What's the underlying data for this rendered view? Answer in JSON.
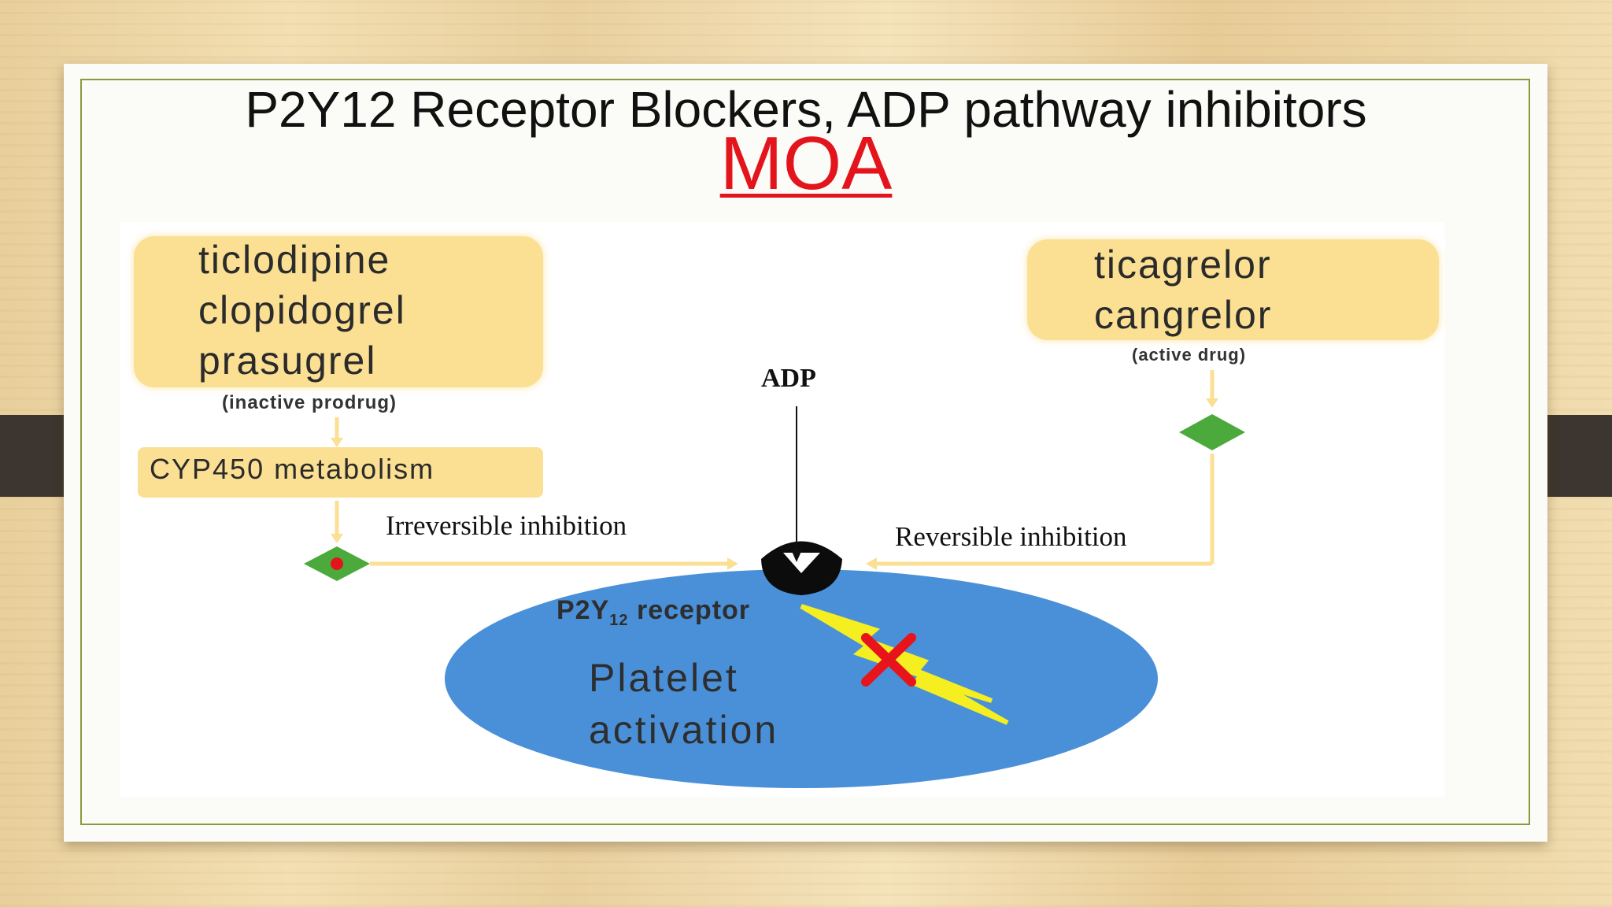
{
  "slide": {
    "title": "P2Y12 Receptor Blockers, ADP pathway inhibitors",
    "subtitle": "MOA"
  },
  "diagram": {
    "prodrugs": [
      "ticlodipine",
      "clopidogrel",
      "prasugrel"
    ],
    "prodrug_note": "(inactive prodrug)",
    "metabolism": "CYP450 metabolism",
    "active_drugs": [
      "ticagrelor",
      "cangrelor"
    ],
    "active_note": "(active drug)",
    "agonist": "ADP",
    "left_inhibition": "Irreversible inhibition",
    "right_inhibition": "Reversible inhibition",
    "receptor_prefix": "P2Y",
    "receptor_sub": "12",
    "receptor_suffix": " receptor",
    "cell_line1": "Platelet",
    "cell_line2": "activation",
    "block_mark": "X"
  },
  "colors": {
    "drug_box": "#fbdf93",
    "title_red": "#e3141b",
    "cell_blue": "#4a90d9",
    "diamond_green": "#4caa3c",
    "bolt_yellow": "#f5ee20",
    "frame_green": "#8a9a3a"
  }
}
